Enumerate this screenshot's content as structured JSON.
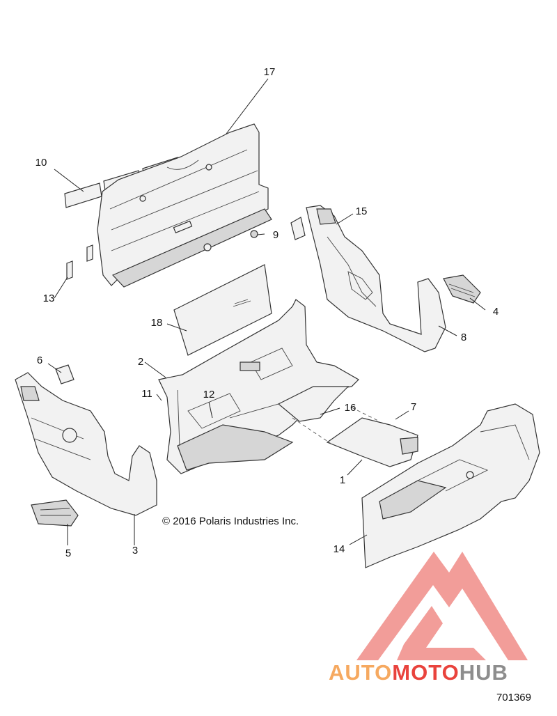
{
  "diagram": {
    "copyright": "© 2016 Polaris Industries Inc.",
    "figure_number": "701369",
    "callouts": {
      "c1": "1",
      "c2": "2",
      "c3": "3",
      "c4": "4",
      "c5": "5",
      "c6": "6",
      "c7": "7",
      "c8": "8",
      "c9": "9",
      "c10": "10",
      "c11": "11",
      "c12": "12",
      "c13": "13",
      "c14": "14",
      "c15": "15",
      "c16": "16",
      "c17": "17",
      "c18": "18"
    }
  },
  "watermark": {
    "text_auto": "AUTO",
    "text_moto": "MOTO",
    "text_hub": "HUB",
    "colors": {
      "auto": "#f6a960",
      "moto": "#e9433d",
      "hub": "#8d8d8d",
      "logo": "#f08f8b"
    }
  }
}
